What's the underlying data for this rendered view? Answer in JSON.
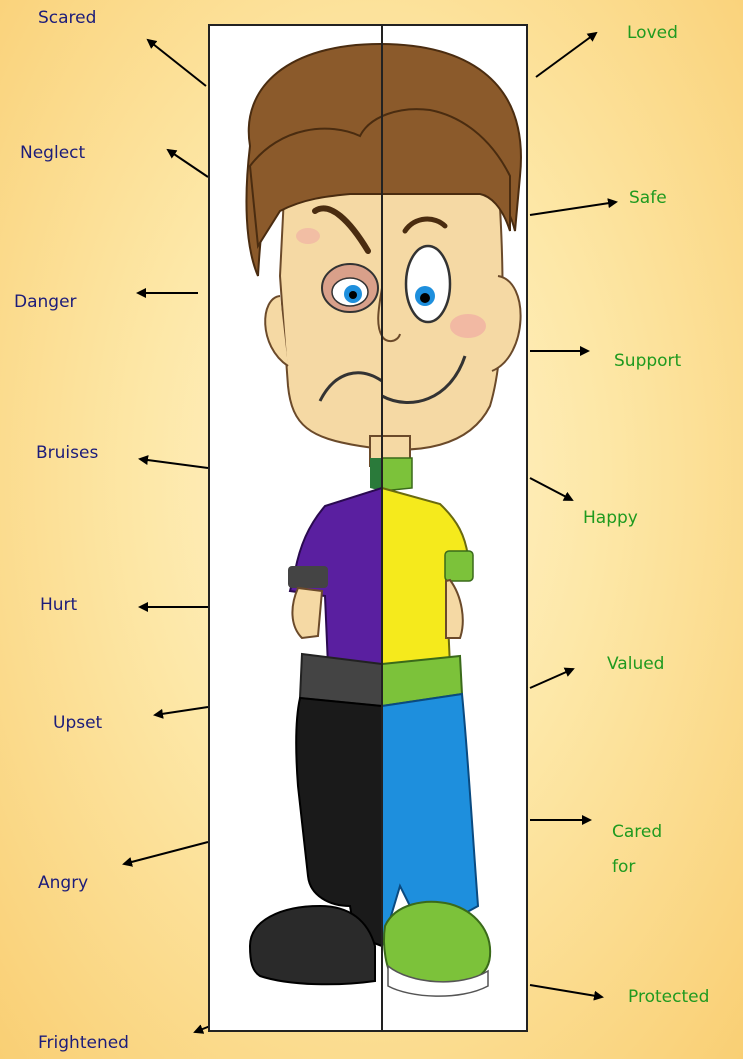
{
  "negative_labels": [
    {
      "id": "scared",
      "text": "Scared"
    },
    {
      "id": "neglect",
      "text": "Neglect"
    },
    {
      "id": "danger",
      "text": "Danger"
    },
    {
      "id": "bruises",
      "text": "Bruises"
    },
    {
      "id": "hurt",
      "text": "Hurt"
    },
    {
      "id": "upset",
      "text": "Upset"
    },
    {
      "id": "angry",
      "text": "Angry"
    },
    {
      "id": "frightened",
      "text": "Frightened"
    }
  ],
  "positive_labels": [
    {
      "id": "loved",
      "text": "Loved"
    },
    {
      "id": "safe",
      "text": "Safe"
    },
    {
      "id": "support",
      "text": "Support"
    },
    {
      "id": "happy",
      "text": "Happy"
    },
    {
      "id": "valued",
      "text": "Valued"
    },
    {
      "id": "cared-for-line1",
      "text": "Cared"
    },
    {
      "id": "cared-for-line2",
      "text": "for"
    },
    {
      "id": "protected",
      "text": "Protected"
    }
  ],
  "colors": {
    "negative_text": "#1c1c7a",
    "positive_text": "#1f9a1f",
    "background": "#fde7a6",
    "purple_shirt": "#5a1fa0",
    "yellow_shirt": "#f5ea1c",
    "black_trousers": "#1a1a1a",
    "blue_jeans": "#1e8fdd",
    "green_accent": "#7cc23a",
    "hair": "#8b5a2b",
    "skin": "#f5d9a4"
  }
}
